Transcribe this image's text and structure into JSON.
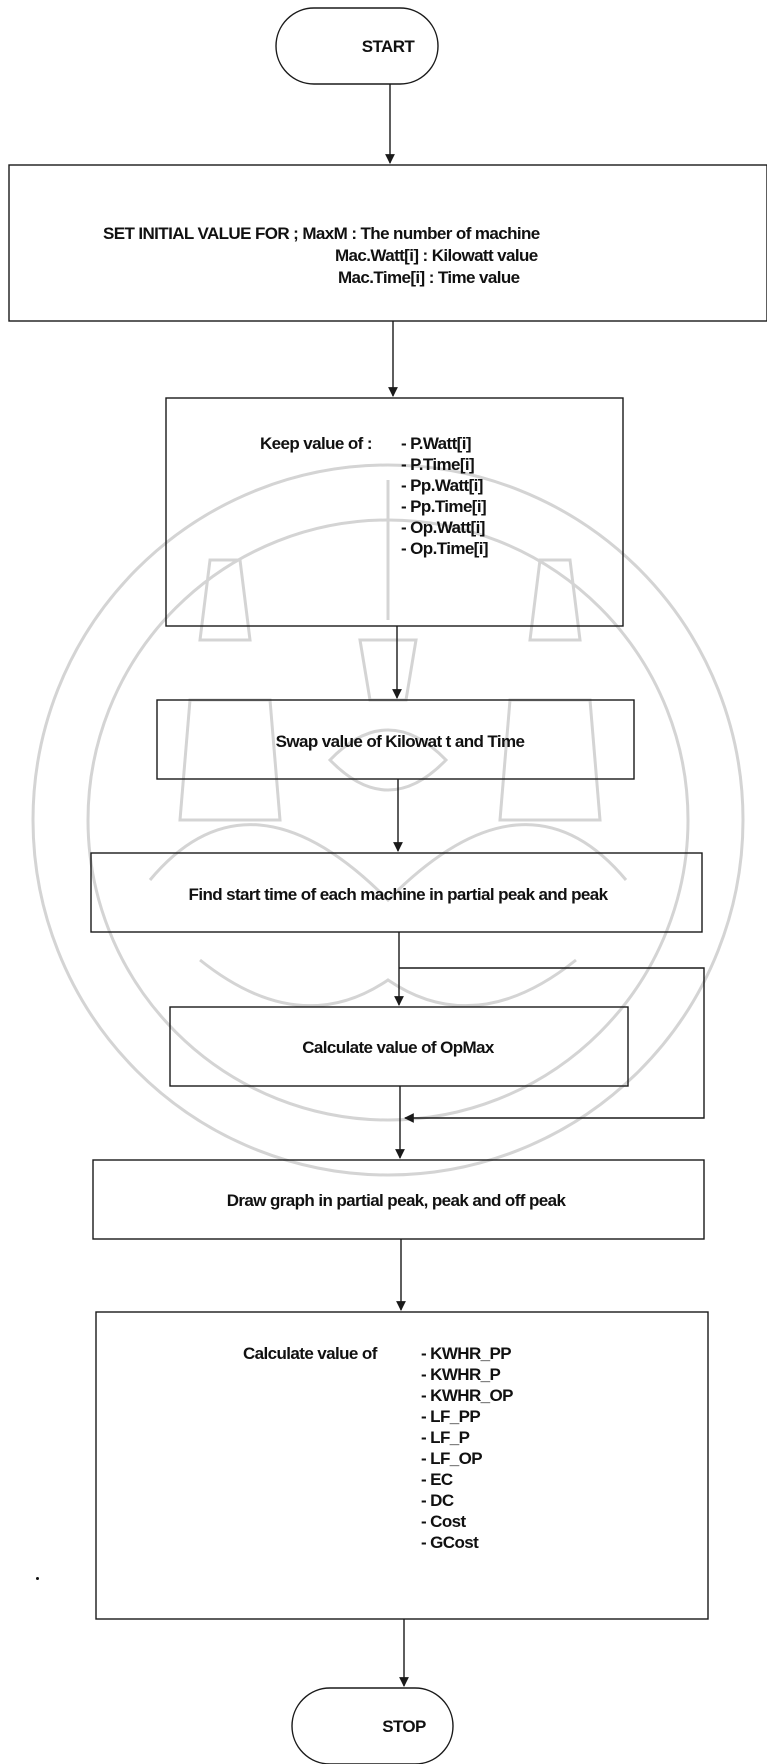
{
  "flowchart": {
    "start": "START",
    "init": {
      "line1": "SET INITIAL VALUE FOR  ; MaxM  : The number of machine",
      "line2": "Mac.Watt[i]  :  Kilowatt value",
      "line3": "Mac.Time[i]  :  Time value"
    },
    "keep": {
      "label": "Keep value of  :",
      "items": [
        "- P.Watt[i]",
        "- P.Time[i]",
        "- Pp.Watt[i]",
        "- Pp.Time[i]",
        "- Op.Watt[i]",
        "- Op.Time[i]"
      ]
    },
    "swap": "Swap value of Kilowat t and Time",
    "find": "Find start time of each machine in partial peak and peak",
    "opmax": "Calculate value of OpMax",
    "draw": "Draw graph in partial peak, peak and off peak",
    "calc": {
      "label": "Calculate value of",
      "items": [
        "- KWHR_PP",
        "- KWHR_P",
        "- KWHR_OP",
        "- LF_PP",
        "- LF_P",
        "- LF_OP",
        "- EC",
        "- DC",
        "- Cost",
        "- GCost"
      ]
    },
    "stop": "STOP"
  },
  "colors": {
    "line": "#1a1a1a",
    "watermark": "#cfcfcf"
  }
}
